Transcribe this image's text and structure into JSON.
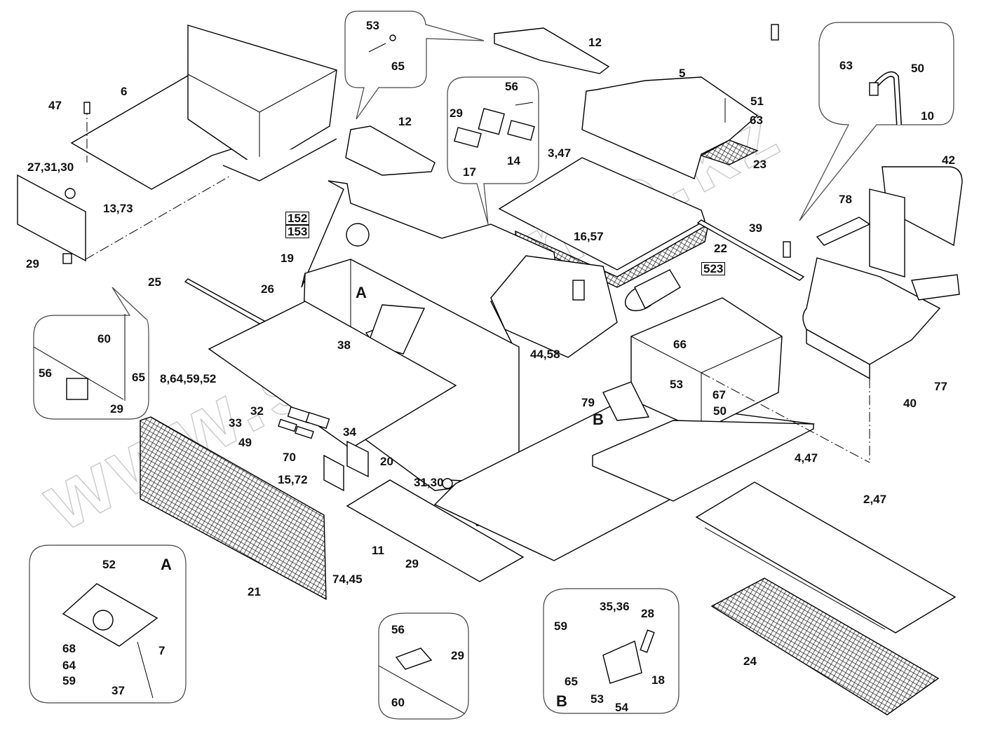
{
  "diagram": {
    "type": "exploded-parts-diagram",
    "watermark": "www.sinimonto.kz",
    "callouts": [
      {
        "id": "c6",
        "text": "6"
      },
      {
        "id": "c47",
        "text": "47"
      },
      {
        "id": "c27_31_30",
        "text": "27,31,30"
      },
      {
        "id": "c13_73",
        "text": "13,73"
      },
      {
        "id": "c29a",
        "text": "29"
      },
      {
        "id": "c152",
        "text": "152",
        "boxed": true
      },
      {
        "id": "c153",
        "text": "153",
        "boxed": true
      },
      {
        "id": "c19",
        "text": "19"
      },
      {
        "id": "c53a",
        "text": "53"
      },
      {
        "id": "c65a",
        "text": "65"
      },
      {
        "id": "c12a",
        "text": "12"
      },
      {
        "id": "c12b",
        "text": "12"
      },
      {
        "id": "c56a",
        "text": "56"
      },
      {
        "id": "c29b",
        "text": "29"
      },
      {
        "id": "c17",
        "text": "17"
      },
      {
        "id": "c14",
        "text": "14"
      },
      {
        "id": "c5",
        "text": "5"
      },
      {
        "id": "c3_47",
        "text": "3,47"
      },
      {
        "id": "c51",
        "text": "51"
      },
      {
        "id": "c63a",
        "text": "63"
      },
      {
        "id": "c23",
        "text": "23"
      },
      {
        "id": "c22",
        "text": "22"
      },
      {
        "id": "c16_57",
        "text": "16,57"
      },
      {
        "id": "c39",
        "text": "39"
      },
      {
        "id": "c523",
        "text": "523",
        "boxed": true
      },
      {
        "id": "c63b",
        "text": "63"
      },
      {
        "id": "c50a",
        "text": "50"
      },
      {
        "id": "c10",
        "text": "10"
      },
      {
        "id": "c42",
        "text": "42"
      },
      {
        "id": "c78",
        "text": "78"
      },
      {
        "id": "c40",
        "text": "40"
      },
      {
        "id": "c77",
        "text": "77"
      },
      {
        "id": "c25",
        "text": "25"
      },
      {
        "id": "c26",
        "text": "26"
      },
      {
        "id": "cA1",
        "text": "A"
      },
      {
        "id": "c38",
        "text": "38"
      },
      {
        "id": "c44_58",
        "text": "44,58"
      },
      {
        "id": "c79",
        "text": "79"
      },
      {
        "id": "cB1",
        "text": "B"
      },
      {
        "id": "c66",
        "text": "66"
      },
      {
        "id": "c53b",
        "text": "53"
      },
      {
        "id": "c67",
        "text": "67"
      },
      {
        "id": "c50b",
        "text": "50"
      },
      {
        "id": "c4_47",
        "text": "4,47"
      },
      {
        "id": "c60a",
        "text": "60"
      },
      {
        "id": "c65b",
        "text": "65"
      },
      {
        "id": "c56b",
        "text": "56"
      },
      {
        "id": "c29c",
        "text": "29"
      },
      {
        "id": "c8_64_59_52",
        "text": "8,64,59,52"
      },
      {
        "id": "c32",
        "text": "32"
      },
      {
        "id": "c33",
        "text": "33"
      },
      {
        "id": "c49",
        "text": "49"
      },
      {
        "id": "c34",
        "text": "34"
      },
      {
        "id": "c70",
        "text": "70"
      },
      {
        "id": "c20",
        "text": "20"
      },
      {
        "id": "c15_72",
        "text": "15,72"
      },
      {
        "id": "c31_30",
        "text": "31,30"
      },
      {
        "id": "c11",
        "text": "11"
      },
      {
        "id": "c74_45",
        "text": "74,45"
      },
      {
        "id": "c29d",
        "text": "29"
      },
      {
        "id": "c21",
        "text": "21"
      },
      {
        "id": "c2_47",
        "text": "2,47"
      },
      {
        "id": "c24",
        "text": "24"
      },
      {
        "id": "c52",
        "text": "52"
      },
      {
        "id": "cA2",
        "text": "A"
      },
      {
        "id": "c68",
        "text": "68"
      },
      {
        "id": "c64",
        "text": "64"
      },
      {
        "id": "c59a",
        "text": "59"
      },
      {
        "id": "c7",
        "text": "7"
      },
      {
        "id": "c37",
        "text": "37"
      },
      {
        "id": "c56c",
        "text": "56"
      },
      {
        "id": "c29e",
        "text": "29"
      },
      {
        "id": "c60b",
        "text": "60"
      },
      {
        "id": "c35_36",
        "text": "35,36"
      },
      {
        "id": "c28",
        "text": "28"
      },
      {
        "id": "c59b",
        "text": "59"
      },
      {
        "id": "c65c",
        "text": "65"
      },
      {
        "id": "c18",
        "text": "18"
      },
      {
        "id": "cB2",
        "text": "B"
      },
      {
        "id": "c53c",
        "text": "53"
      },
      {
        "id": "c54",
        "text": "54"
      }
    ]
  }
}
